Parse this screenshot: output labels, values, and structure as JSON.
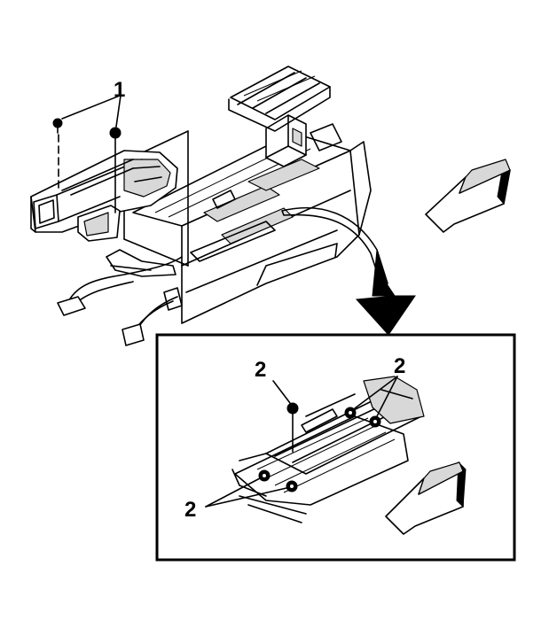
{
  "callouts": {
    "label_1": "1",
    "label_2a": "2",
    "label_2b": "2",
    "label_2c": "2"
  },
  "colors": {
    "line": "#000000",
    "background": "#ffffff",
    "shade": "#d8d8d8"
  }
}
